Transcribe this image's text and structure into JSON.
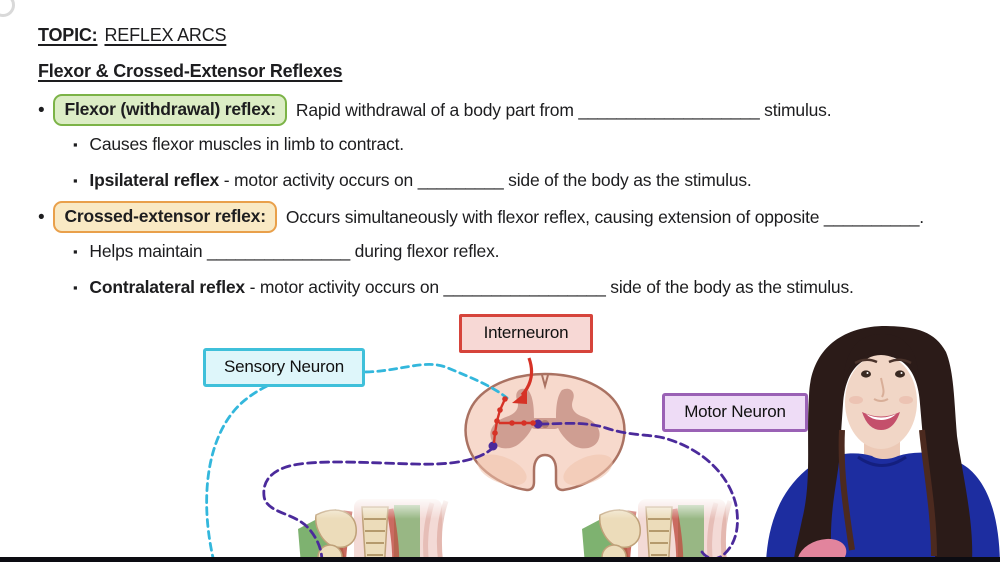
{
  "notes": {
    "topic_label": "TOPIC:",
    "topic_title": "REFLEX ARCS",
    "section_title": "Flexor & Crossed-Extensor Reflexes",
    "bullet_glyph": "•",
    "sub_bullet_glyph": "▪",
    "bullet1": {
      "term": "Flexor (withdrawal) reflex:",
      "rest": "Rapid withdrawal of a body part from ___________________ stimulus."
    },
    "sub1": {
      "text": "Causes flexor muscles in limb to contract."
    },
    "sub2": {
      "bold": "Ipsilateral reflex",
      "rest": " - motor activity occurs on _________ side of the body as the stimulus."
    },
    "bullet2": {
      "term": "Crossed-extensor reflex:",
      "rest": "Occurs simultaneously with flexor reflex, causing extension of opposite __________."
    },
    "sub3": {
      "text": "Helps maintain _______________ during flexor reflex."
    },
    "sub4": {
      "bold": "Contralateral reflex",
      "rest": " - motor activity occurs on _________________ side of the body as the stimulus."
    }
  },
  "diagram": {
    "sensory_neuron_label": "Sensory Neuron",
    "interneuron_label": "Interneuron",
    "motor_neuron_label": "Motor Neuron"
  },
  "colors": {
    "ink": "#1d1d1f",
    "green_hl": "#dcedc5",
    "green_bd": "#7cb347",
    "orange_hl": "#f9e9c4",
    "orange_bd": "#e9a04b",
    "sensory_hl": "#def6fa",
    "sensory_bd": "#3fc0da",
    "sensory_line": "#33b7dc",
    "inter_hl": "#f7d8d5",
    "inter_bd": "#d6443b",
    "inter_line": "#d63226",
    "motor_hl": "#eedcf6",
    "motor_bd": "#9a61b5",
    "motor_line": "#4b2a9b"
  }
}
